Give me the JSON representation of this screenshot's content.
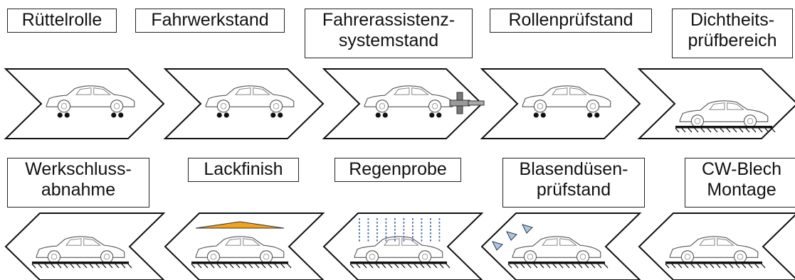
{
  "row1": [
    {
      "line1": "Rüttelrolle",
      "line2": "",
      "base": "wheels"
    },
    {
      "line1": "Fahrwerkstand",
      "line2": "",
      "base": "wheels"
    },
    {
      "line1": "Fahrerassistenz-",
      "line2": "systemstand",
      "base": "wheels-adas"
    },
    {
      "line1": "Rollenprüfstand",
      "line2": "",
      "base": "wheels"
    },
    {
      "line1": "Dichtheits-",
      "line2": "prüfbereich",
      "base": "conveyor"
    }
  ],
  "row2": [
    {
      "line1": "Werkschluss-",
      "line2": "abnahme",
      "base": "conveyor"
    },
    {
      "line1": "Lackfinish",
      "line2": "",
      "base": "conveyor-lamp"
    },
    {
      "line1": "Regenprobe",
      "line2": "",
      "base": "conveyor-rain"
    },
    {
      "line1": "Blasendüsen-",
      "line2": "prüfstand",
      "base": "conveyor-nozzles"
    },
    {
      "line1": "CW-Blech",
      "line2": "Montage",
      "base": "conveyor"
    }
  ],
  "colors": {
    "lamp": "#f2a31b",
    "rain": "#4a6fa5",
    "nozzle": "#a9c8e8"
  }
}
